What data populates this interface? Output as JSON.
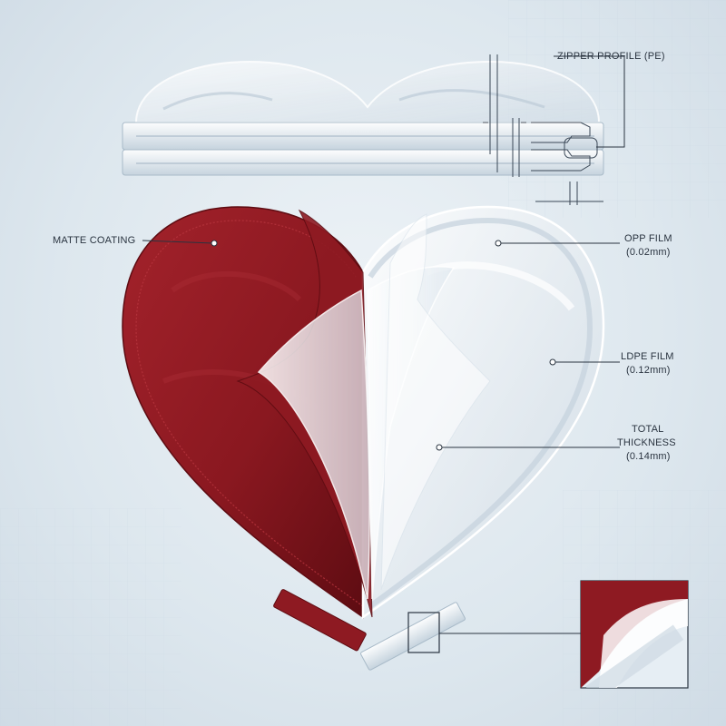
{
  "labels": {
    "zipper_profile": "ZIPPER PROFILE (PE)",
    "matte_coating": "MATTE COATING",
    "opp_film": "OPP FILM",
    "opp_thickness": "(0.02mm)",
    "ldpe_film": "LDPE FILM",
    "ldpe_thickness": "(0.12mm)",
    "total_line1": "TOTAL",
    "total_line2": "THICKNESS",
    "total_thickness": "(0.14mm)"
  },
  "colors": {
    "background": "#dde7ee",
    "matte_red": "#8e1a22",
    "matte_red_dark": "#5e0c12",
    "clear_film": "#f4f8fb",
    "line": "#2a3440"
  }
}
